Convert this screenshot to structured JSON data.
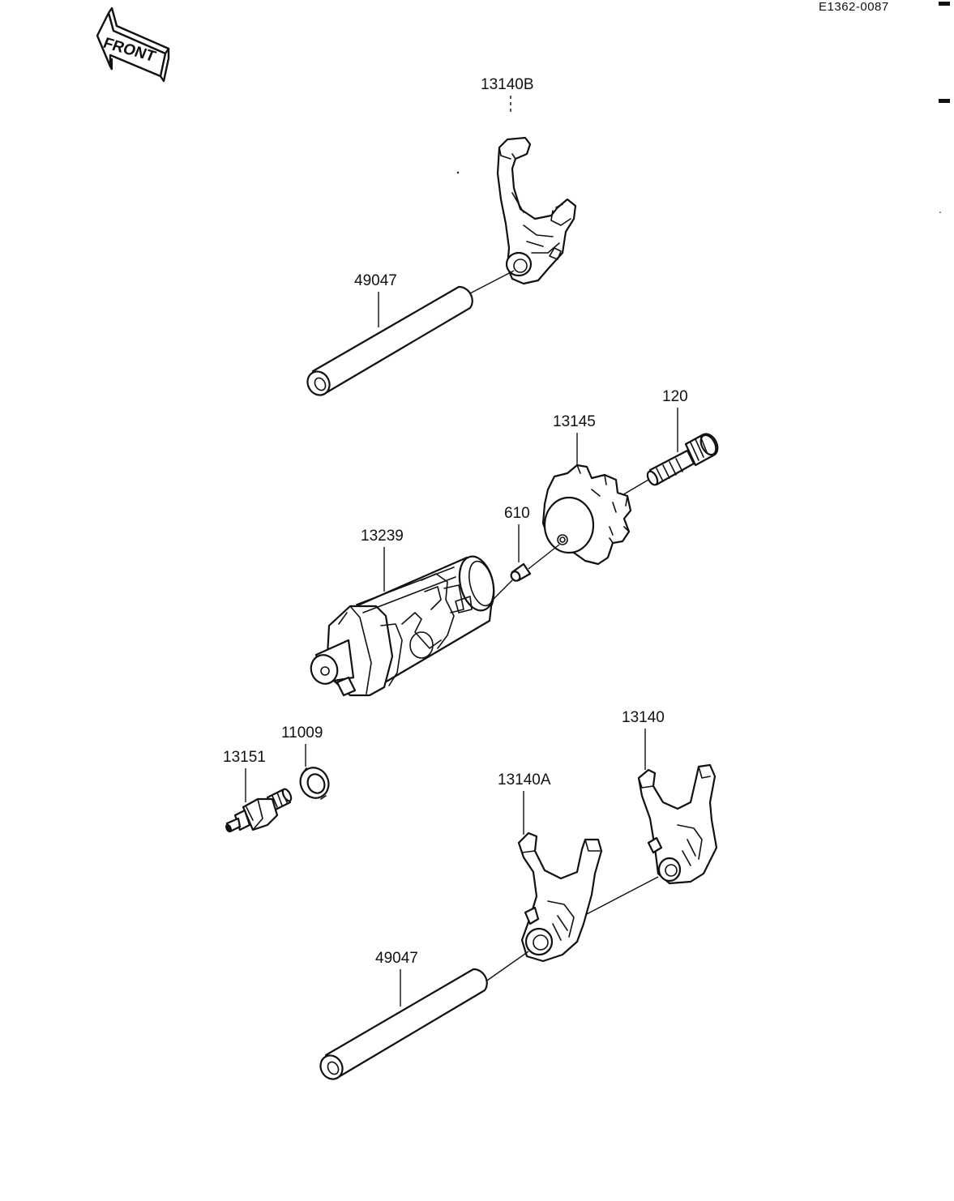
{
  "drawing_id": "E1362-0087",
  "front_label": "FRONT",
  "parts": {
    "fork_b": "13140B",
    "shaft_upper": "49047",
    "bolt": "120",
    "drum_cam": "13145",
    "pin": "610",
    "drum": "13239",
    "washer": "11009",
    "switch": "13151",
    "fork": "13140",
    "fork_a": "13140A",
    "shaft_lower": "49047"
  }
}
